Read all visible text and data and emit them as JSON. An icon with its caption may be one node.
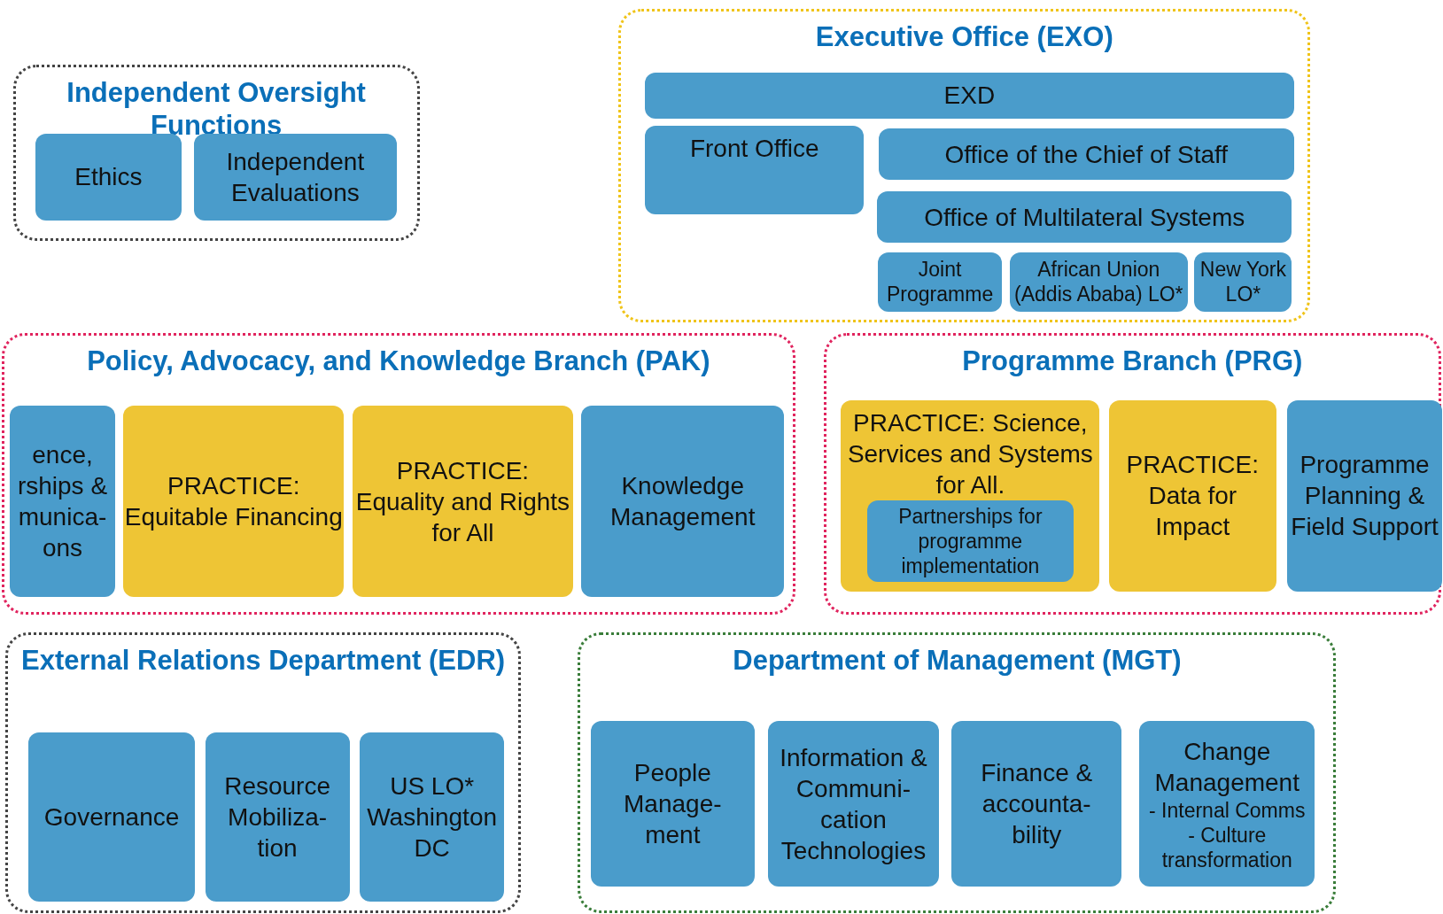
{
  "diagram": {
    "nodes": [
      {
        "text": [
          "Independent Oversight Functions"
        ]
      },
      {
        "text": [
          "Ethics"
        ],
        "in": 0
      },
      {
        "text": [
          "Independent Evaluations"
        ],
        "in": 0
      },
      {
        "text": [
          "Executive Office (EXO)"
        ]
      },
      {
        "text": [
          "EXD"
        ],
        "in": 3
      },
      {
        "text": [
          "Front Office"
        ],
        "in": 3
      },
      {
        "text": [
          "Office of the Chief of Staff"
        ],
        "in": 3
      },
      {
        "text": [
          "Office of Multilateral Systems"
        ],
        "in": 3
      },
      {
        "text": [
          "Joint Programme"
        ],
        "in": 3
      },
      {
        "text": [
          "African Union (Addis Ababa) LO*"
        ],
        "in": 3
      },
      {
        "text": [
          "New York LO*"
        ],
        "in": 3
      },
      {
        "text": [
          "Policy, Advocacy, and Knowledge Branch (PAK)"
        ]
      },
      {
        "text": [
          "ence, rships & munica- ons"
        ],
        "in": 11
      },
      {
        "text": [
          "PRACTICE: Equitable Financing"
        ],
        "in": 11
      },
      {
        "text": [
          "PRACTICE: Equality and Rights for All"
        ],
        "in": 11
      },
      {
        "text": [
          "Knowledge Management"
        ],
        "in": 11
      },
      {
        "text": [
          "Programme Branch (PRG)"
        ]
      },
      {
        "text": [
          "PRACTICE: Science, Services and Systems for All."
        ],
        "in": 16
      },
      {
        "text": [
          "Partnerships for programme implementation"
        ],
        "in": 17
      },
      {
        "text": [
          "PRACTICE: Data for Impact"
        ],
        "in": 16
      },
      {
        "text": [
          "Programme Planning & Field Support"
        ],
        "in": 16
      },
      {
        "text": [
          "External Relations Department (EDR)"
        ]
      },
      {
        "text": [
          "Governance"
        ],
        "in": 21
      },
      {
        "text": [
          "Resource Mobiliza- tion"
        ],
        "in": 21
      },
      {
        "text": [
          "US LO* Washington DC"
        ],
        "in": 21
      },
      {
        "text": [
          "Department of Management (MGT)"
        ]
      },
      {
        "text": [
          "People Manage- ment"
        ],
        "in": 25
      },
      {
        "text": [
          "Information & Communi- cation Technologies"
        ],
        "in": 25
      },
      {
        "text": [
          "Finance & accounta- bility"
        ],
        "in": 25
      },
      {
        "text": [
          "Change Management",
          "- Internal Comms",
          "- Culture transformation"
        ],
        "in": 25
      }
    ],
    "edges": []
  }
}
